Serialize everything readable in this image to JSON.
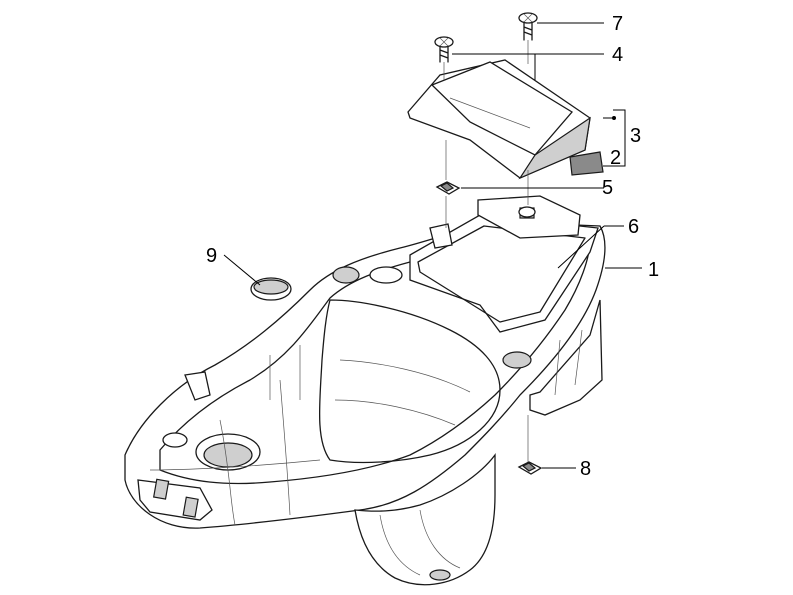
{
  "callouts": [
    {
      "id": "1",
      "label": "1"
    },
    {
      "id": "2",
      "label": "2"
    },
    {
      "id": "3",
      "label": "3"
    },
    {
      "id": "4",
      "label": "4"
    },
    {
      "id": "5",
      "label": "5"
    },
    {
      "id": "6",
      "label": "6"
    },
    {
      "id": "7",
      "label": "7"
    },
    {
      "id": "8",
      "label": "8"
    },
    {
      "id": "9",
      "label": "9"
    }
  ],
  "colors": {
    "line": "#1a1a1a",
    "shade": "#8a8a8a",
    "background": "#ffffff"
  }
}
